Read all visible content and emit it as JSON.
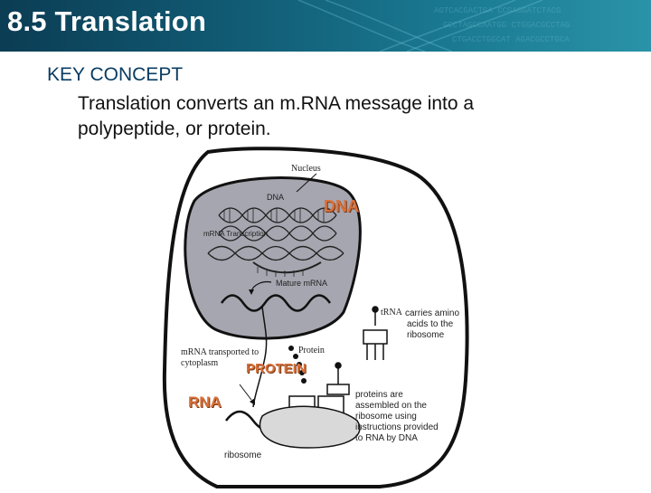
{
  "header": {
    "title": "8.5 Translation"
  },
  "concept": {
    "heading": "KEY CONCEPT",
    "line1": "Translation converts an m.RNA message into a",
    "line2": "polypeptide, or protein."
  },
  "diagram": {
    "nucleus_label": "Nucleus",
    "dna_small_label": "DNA",
    "dna_big_label": "DNA",
    "mrna_transcription_label": "mRNA Transcription",
    "mature_mrna_label": "Mature mRNA",
    "trna_label": "tRNA",
    "trna_desc_1": "carries amino",
    "trna_desc_2": "acids to the",
    "trna_desc_3": "ribosome",
    "transport_label_1": "mRNA transported to",
    "transport_label_2": "cytoplasm",
    "protein_small_label": "Protein",
    "protein_big_label": "PROTEIN",
    "rna_big_label": "RNA",
    "assembly_1": "proteins are",
    "assembly_2": "assembled on the",
    "assembly_3": "ribosome using",
    "assembly_4": "instructions provided",
    "assembly_5": "to RNA by DNA",
    "ribosome_label": "ribosome"
  },
  "colors": {
    "header_bg": "#0b3d54",
    "key_concept": "#0a3d62",
    "nucleus_fill": "#a6a6b0",
    "big_label": "#d9703a"
  }
}
